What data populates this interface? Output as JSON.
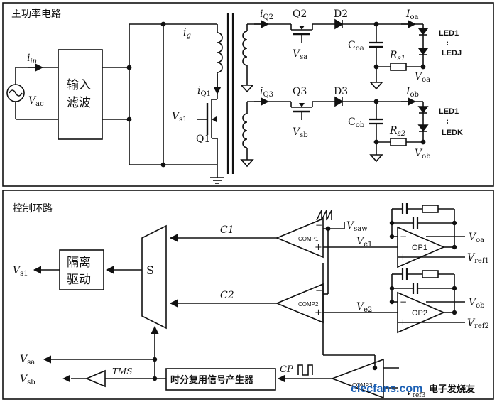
{
  "panels": {
    "main_power": {
      "title": "主功率电路"
    },
    "control": {
      "title": "控制环路"
    }
  },
  "main_power": {
    "source_label": "V",
    "source_sub": "ac",
    "current_in": "i",
    "current_in_sub": "in",
    "filter_line1": "输入",
    "filter_line2": "滤波",
    "current_g": "i",
    "current_g_sub": "g",
    "iq1": "i",
    "iq1_sub": "Q1",
    "vs1": "V",
    "vs1_sub": "s1",
    "q1": "Q1",
    "iq2": "i",
    "iq2_sub": "Q2",
    "q2": "Q2",
    "d2": "D2",
    "vsa": "V",
    "vsa_sub": "sa",
    "ioa": "I",
    "ioa_sub": "oa",
    "coa": "C",
    "coa_sub": "oa",
    "rs1": "R",
    "rs1_sub": "s1",
    "voa": "V",
    "voa_sub": "oa",
    "led1_a": "LED1",
    "ledj": "LEDJ",
    "iq3": "i",
    "iq3_sub": "Q3",
    "q3": "Q3",
    "d3": "D3",
    "vsb": "V",
    "vsb_sub": "sb",
    "iob": "I",
    "iob_sub": "ob",
    "cob": "C",
    "cob_sub": "ob",
    "rs2": "R",
    "rs2_sub": "s2",
    "vob": "V",
    "vob_sub": "ob",
    "led1_b": "LED1",
    "ledk": "LEDK",
    "dots": ":"
  },
  "control": {
    "isolation_line1": "隔离",
    "isolation_line2": "驱动",
    "selector": "S",
    "vs1_out": "V",
    "vs1_out_sub": "s1",
    "c1": "C1",
    "c2": "C2",
    "comp1": "COMP1",
    "comp2": "COMP2",
    "comp3": "COMP3",
    "vsaw": "V",
    "vsaw_sub": "saw",
    "ve1": "V",
    "ve1_sub": "e1",
    "ve2": "V",
    "ve2_sub": "e2",
    "op1": "OP1",
    "op2": "OP2",
    "voa_in": "V",
    "voa_in_sub": "oa",
    "vref1": "V",
    "vref1_sub": "ref1",
    "vob_in": "V",
    "vob_in_sub": "ob",
    "vref2": "V",
    "vref2_sub": "ref2",
    "vsa_out": "V",
    "vsa_out_sub": "sa",
    "vsb_out": "V",
    "vsb_out_sub": "sb",
    "tms": "TMS",
    "cp": "CP",
    "tdm_generator": "时分复用信号产生器",
    "vref3": "V",
    "vref3_sub": "ref3",
    "plus": "+",
    "minus": "−"
  },
  "watermark": {
    "site": "elecfans.com",
    "site_cn": "电子发烧友"
  }
}
